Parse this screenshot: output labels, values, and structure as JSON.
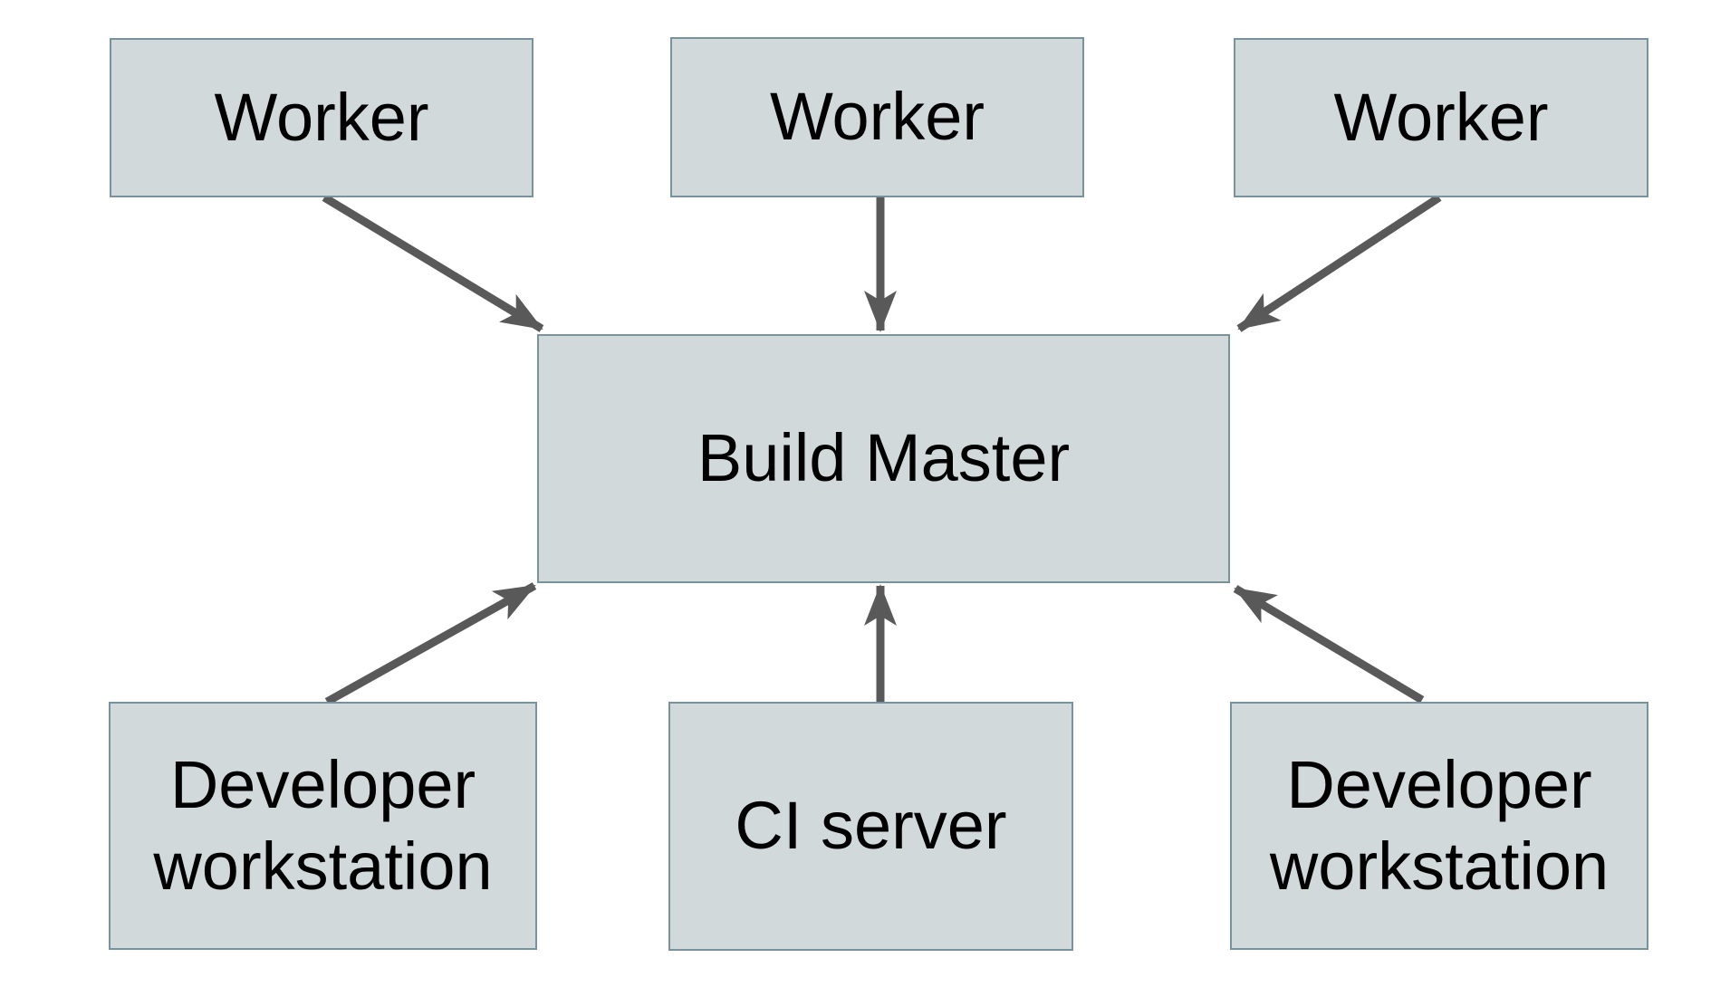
{
  "diagram": {
    "background": "#ffffff",
    "node_fill": "#d2d9db",
    "node_border": "#78929e",
    "arrow_color": "#595959",
    "text_color": "#000000",
    "nodes": [
      {
        "id": "worker-1",
        "label": "Worker"
      },
      {
        "id": "worker-2",
        "label": "Worker"
      },
      {
        "id": "worker-3",
        "label": "Worker"
      },
      {
        "id": "build-master",
        "label": "Build Master"
      },
      {
        "id": "dev-workstation-left",
        "label": "Developer workstation"
      },
      {
        "id": "ci-server",
        "label": "CI server"
      },
      {
        "id": "dev-workstation-right",
        "label": "Developer workstation"
      }
    ],
    "edges": [
      {
        "from": "worker-1",
        "to": "build-master"
      },
      {
        "from": "worker-2",
        "to": "build-master"
      },
      {
        "from": "worker-3",
        "to": "build-master"
      },
      {
        "from": "dev-workstation-left",
        "to": "build-master"
      },
      {
        "from": "ci-server",
        "to": "build-master"
      },
      {
        "from": "dev-workstation-right",
        "to": "build-master"
      }
    ]
  }
}
